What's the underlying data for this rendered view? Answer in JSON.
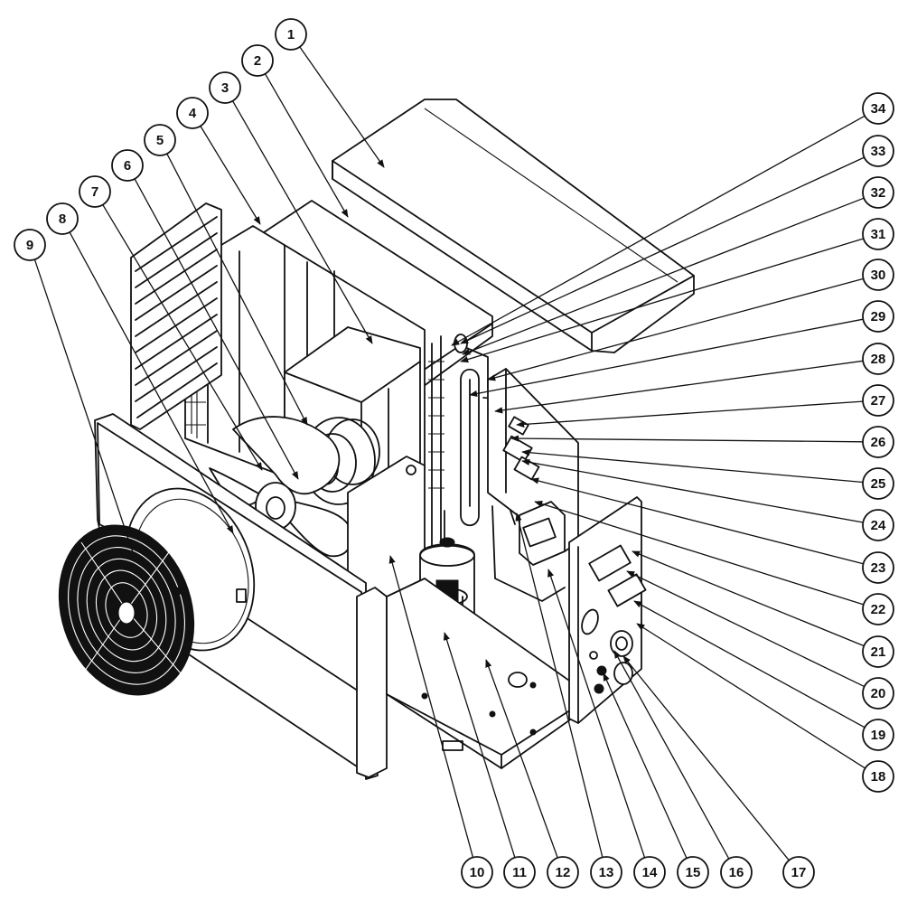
{
  "callouts": [
    "1",
    "2",
    "3",
    "4",
    "5",
    "6",
    "7",
    "8",
    "9",
    "10",
    "11",
    "12",
    "13",
    "14",
    "15",
    "16",
    "17",
    "18",
    "19",
    "20",
    "21",
    "22",
    "23",
    "24",
    "25",
    "26",
    "27",
    "28",
    "29",
    "30",
    "31",
    "32",
    "33",
    "34"
  ],
  "colors": {
    "ink": "#111111",
    "paper": "#ffffff"
  }
}
